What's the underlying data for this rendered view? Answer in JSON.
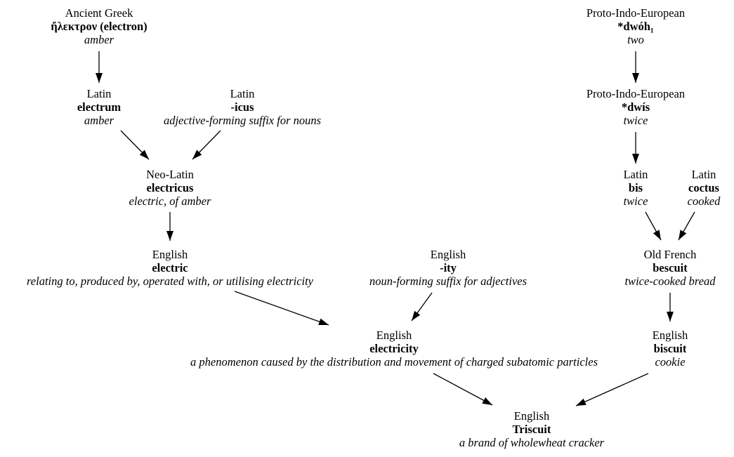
{
  "nodes": {
    "greek": {
      "lang": "Ancient Greek",
      "word": "ἤλεκτρον (electron)",
      "gloss": "amber"
    },
    "electrum": {
      "lang": "Latin",
      "word": "electrum",
      "gloss": "amber"
    },
    "icus": {
      "lang": "Latin",
      "word": "-icus",
      "gloss": "adjective-forming suffix for nouns"
    },
    "electricus": {
      "lang": "Neo-Latin",
      "word": "electricus",
      "gloss": "electric, of amber"
    },
    "electric": {
      "lang": "English",
      "word": "electric",
      "gloss": "relating to, produced by, operated with, or utilising electricity"
    },
    "ity": {
      "lang": "English",
      "word": "-ity",
      "gloss": "noun-forming suffix for adjectives"
    },
    "electricity": {
      "lang": "English",
      "word": "electricity",
      "gloss": "a phenomenon caused by the distribution and movement of charged subatomic particles"
    },
    "pie_dwoh": {
      "lang": "Proto-Indo-European",
      "word": "*dwóh₁",
      "gloss": "two"
    },
    "pie_dwis": {
      "lang": "Proto-Indo-European",
      "word": "*dwís",
      "gloss": "twice"
    },
    "bis": {
      "lang": "Latin",
      "word": "bis",
      "gloss": "twice"
    },
    "coctus": {
      "lang": "Latin",
      "word": "coctus",
      "gloss": "cooked"
    },
    "bescuit": {
      "lang": "Old French",
      "word": "bescuit",
      "gloss": "twice-cooked bread"
    },
    "biscuit": {
      "lang": "English",
      "word": "biscuit",
      "gloss": "cookie"
    },
    "triscuit": {
      "lang": "English",
      "word": "Triscuit",
      "gloss": "a brand of wholewheat cracker"
    }
  },
  "edges": [
    [
      "greek",
      "electrum"
    ],
    [
      "electrum",
      "electricus"
    ],
    [
      "icus",
      "electricus"
    ],
    [
      "electricus",
      "electric"
    ],
    [
      "electric",
      "electricity"
    ],
    [
      "ity",
      "electricity"
    ],
    [
      "pie_dwoh",
      "pie_dwis"
    ],
    [
      "pie_dwis",
      "bis"
    ],
    [
      "bis",
      "bescuit"
    ],
    [
      "coctus",
      "bescuit"
    ],
    [
      "bescuit",
      "biscuit"
    ],
    [
      "electricity",
      "triscuit"
    ],
    [
      "biscuit",
      "triscuit"
    ]
  ],
  "colors": {
    "ink": "#000000",
    "background": "#ffffff"
  }
}
